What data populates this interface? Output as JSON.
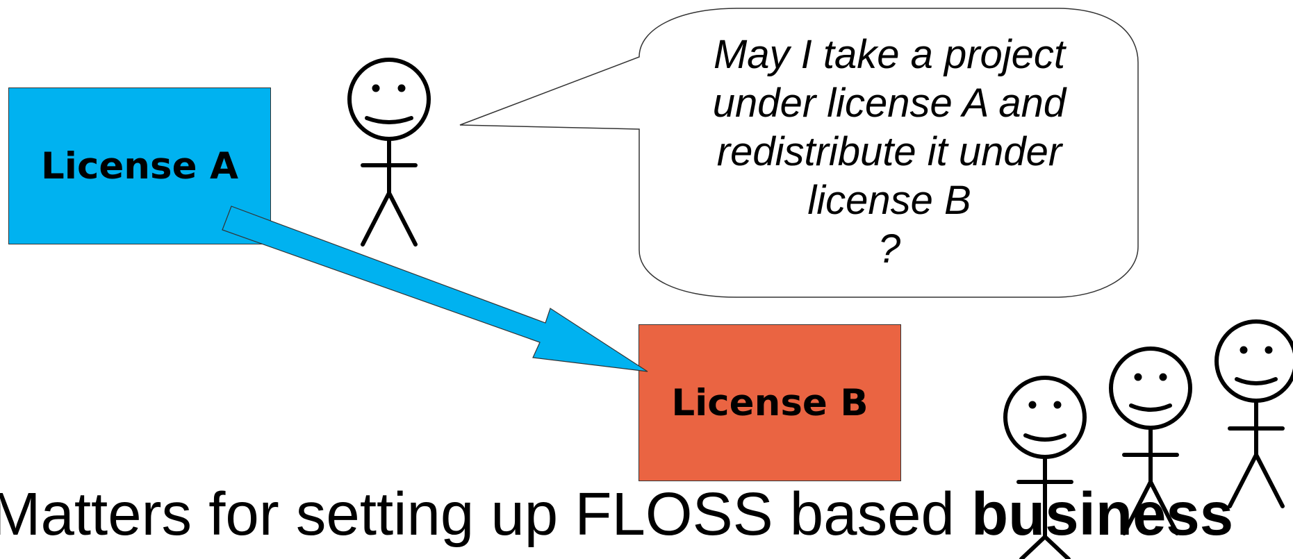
{
  "license_a": {
    "label": "License A",
    "color": "#00B2F0"
  },
  "license_b": {
    "label": "License B",
    "color": "#EA6442"
  },
  "speech": {
    "lines": [
      "May I take a project",
      "under license A and",
      "redistribute it under",
      "license B",
      "?"
    ]
  },
  "caption": {
    "text": "Matters for setting up FLOSS based ",
    "bold": "business"
  },
  "colors": {
    "arrow": "#00B2F0",
    "stroke": "#000000"
  }
}
